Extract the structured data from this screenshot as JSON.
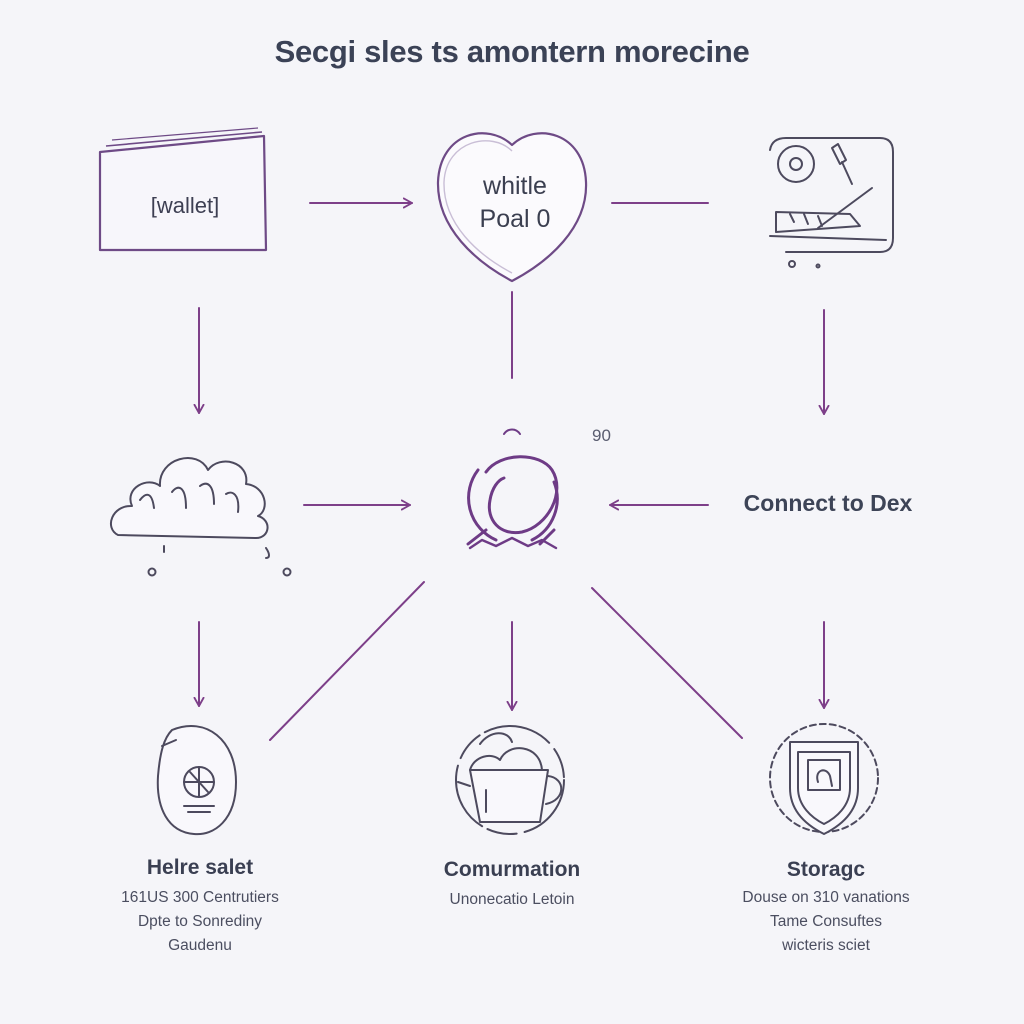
{
  "title": "Secgi sles ts amontern morecine",
  "nodes": {
    "wallet": {
      "label": "[wallet]"
    },
    "heart": {
      "line1": "whitle",
      "line2": "Poal 0"
    },
    "hub": {
      "number": "90"
    },
    "connect": {
      "label": "Connect to Dex"
    },
    "left_bottom": {
      "title": "Helre salet",
      "lines": [
        "161US 300 Centrutiers",
        "Dpte to Sonrediny",
        "Gaudenu"
      ]
    },
    "center_bottom": {
      "title": "Comurmation",
      "lines": [
        "Unonecatio Letoin"
      ]
    },
    "right_bottom": {
      "title": "Storagc",
      "lines": [
        "Douse on 310 vanations",
        "Tame Consuftes",
        "wicteris sciet"
      ]
    }
  },
  "colors": {
    "arrow": "#7d3f89",
    "outline": "#6e4a86",
    "text": "#3b4256"
  }
}
